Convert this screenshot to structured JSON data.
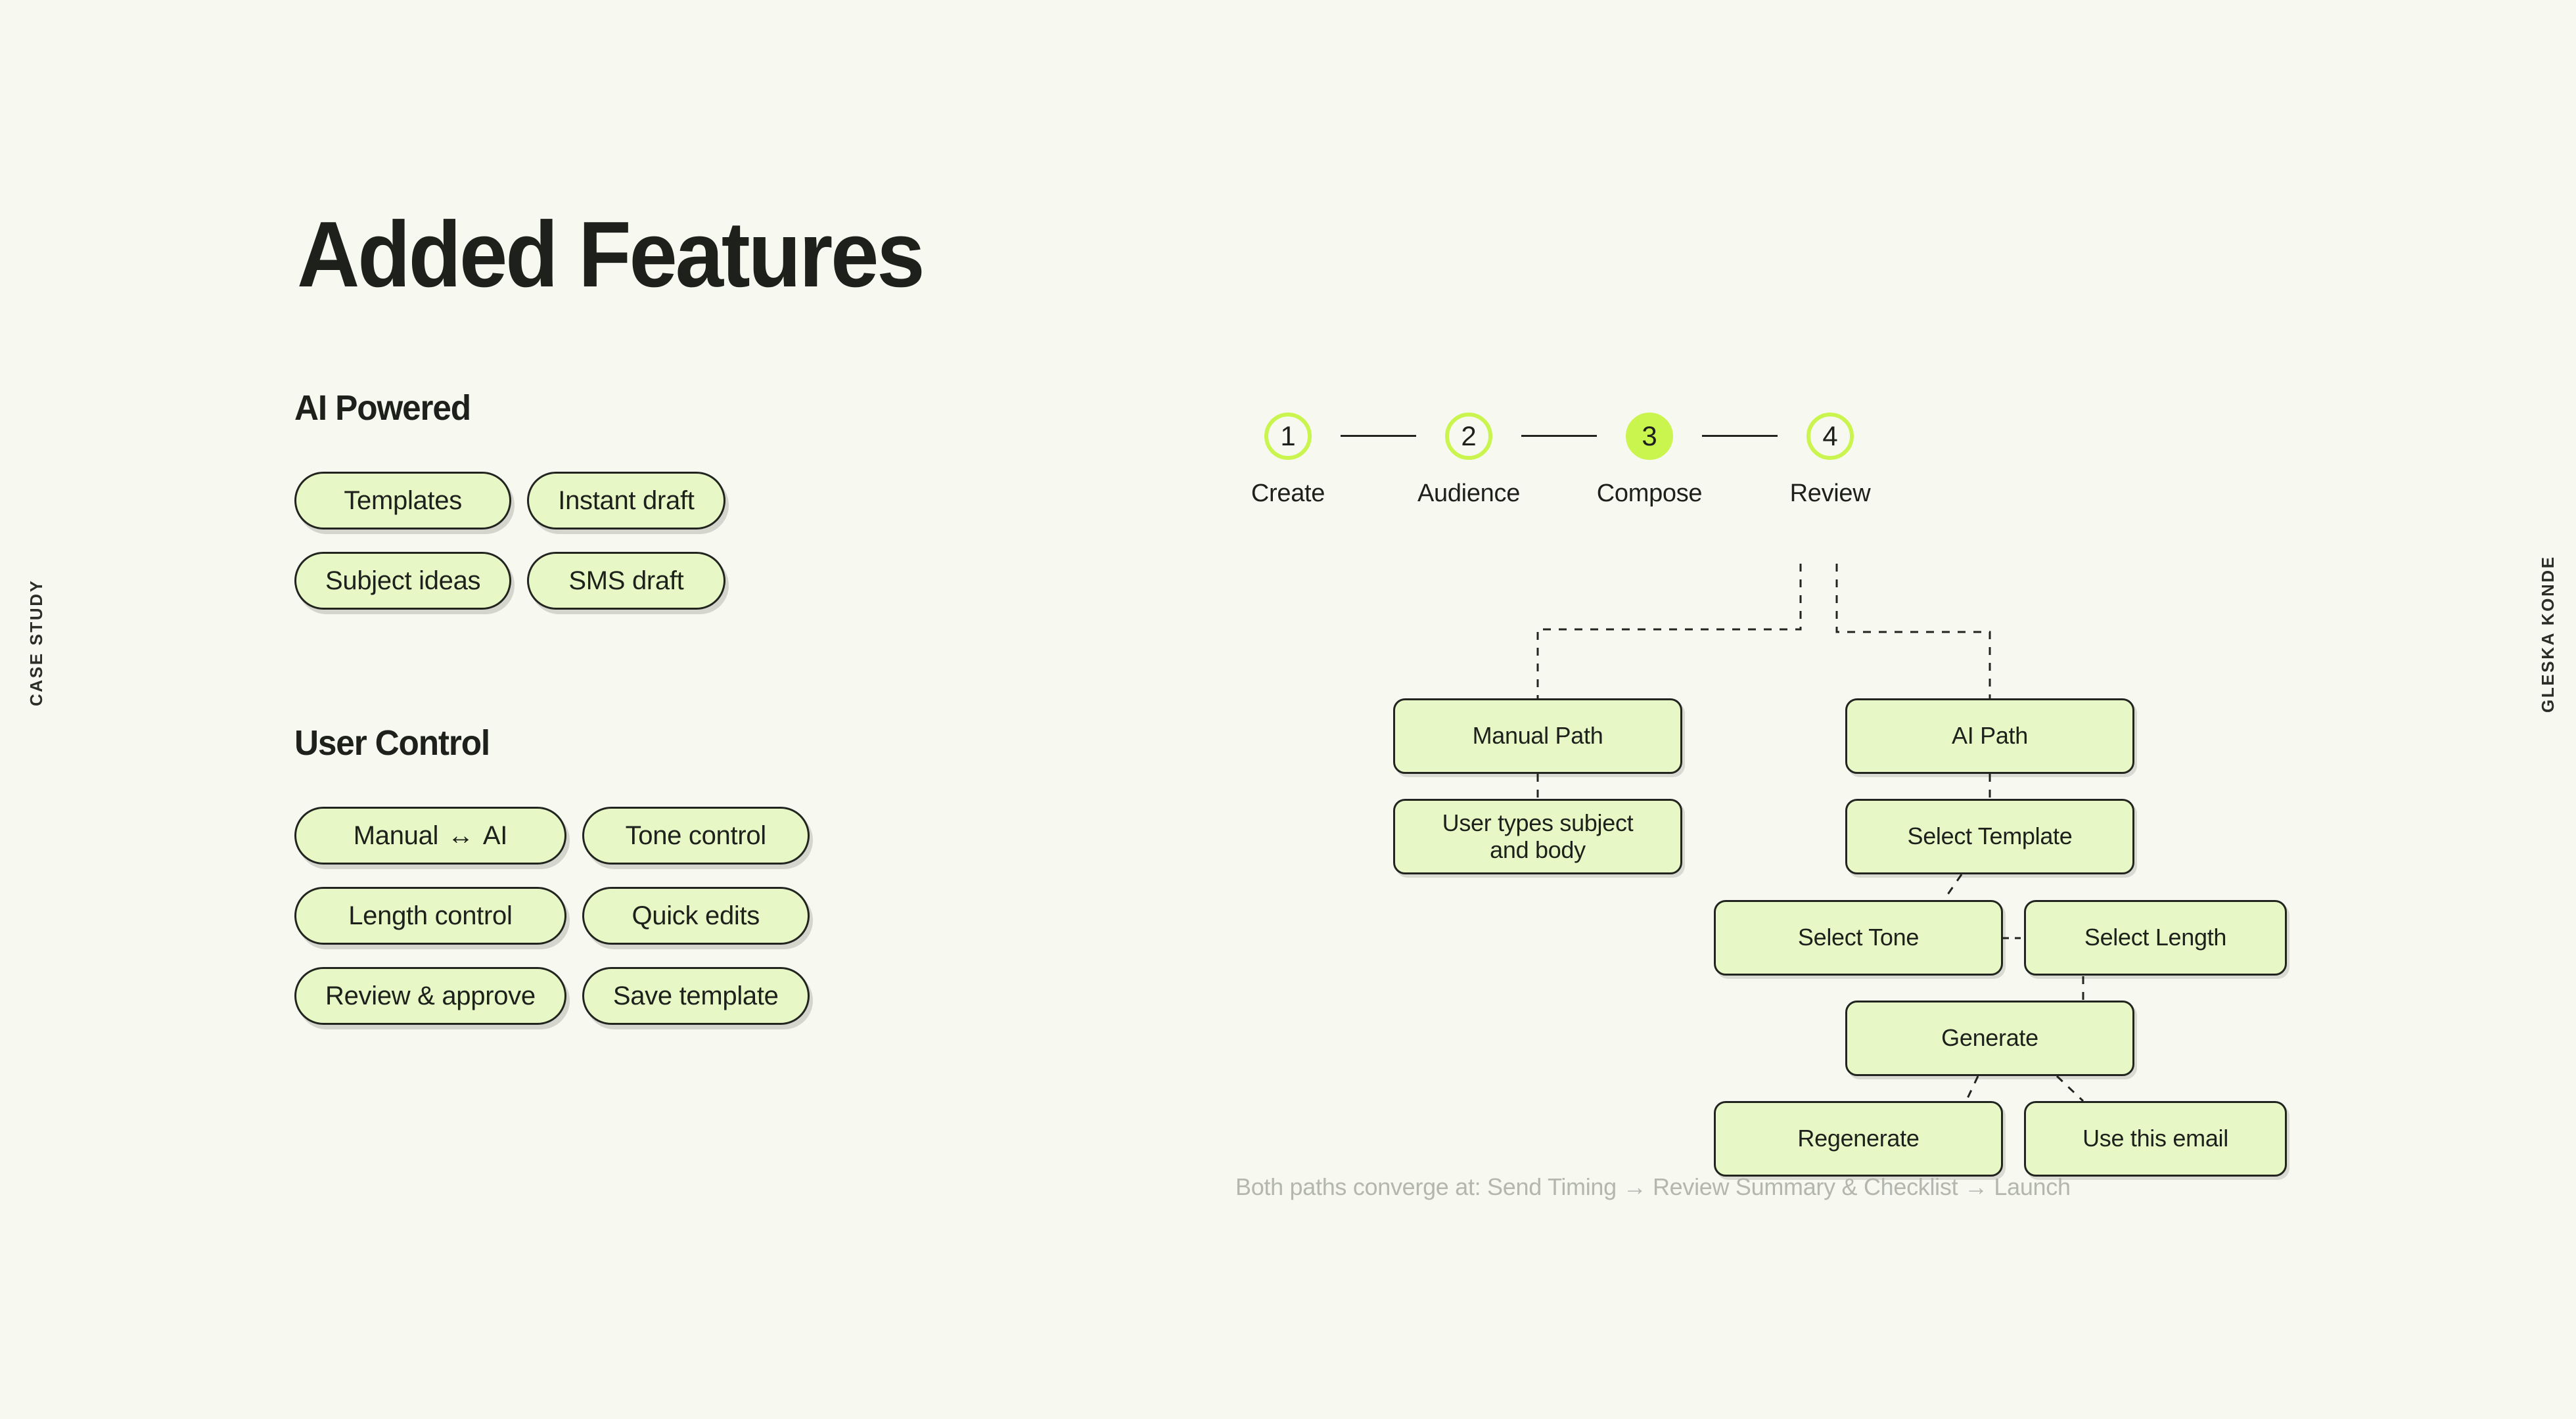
{
  "side_labels": {
    "left": "CASE STUDY",
    "right": "GLESKA KONDE"
  },
  "title": "Added Features",
  "colors": {
    "background": "#f7f8f0",
    "pill_fill": "#e7f8c6",
    "accent_green": "#c9f54e",
    "ink": "#22241f",
    "muted": "#b4b7ae"
  },
  "left_column": {
    "sections": [
      {
        "heading": "AI Powered",
        "pills": [
          {
            "label": "Templates"
          },
          {
            "label": "Instant draft"
          },
          {
            "label": "Subject ideas"
          },
          {
            "label": "SMS draft"
          }
        ]
      },
      {
        "heading": "User Control",
        "pills": [
          {
            "label_before": "Manual",
            "icon": "left-right-arrow-icon",
            "icon_glyph": "↔",
            "label_after": "AI"
          },
          {
            "label": "Tone control"
          },
          {
            "label": "Length control"
          },
          {
            "label": "Quick edits"
          },
          {
            "label": "Review & approve"
          },
          {
            "label": "Save template"
          }
        ]
      }
    ]
  },
  "right_panel": {
    "steps": [
      {
        "number": "1",
        "label": "Create",
        "active": false
      },
      {
        "number": "2",
        "label": "Audience",
        "active": false
      },
      {
        "number": "3",
        "label": "Compose",
        "active": true
      },
      {
        "number": "4",
        "label": "Review",
        "active": false
      }
    ],
    "flow_nodes": [
      {
        "id": "manual-path",
        "label": "Manual Path"
      },
      {
        "id": "user-types",
        "label": "User types subject\nand body"
      },
      {
        "id": "ai-path",
        "label": "AI Path"
      },
      {
        "id": "select-template",
        "label": "Select Template"
      },
      {
        "id": "select-tone",
        "label": "Select Tone"
      },
      {
        "id": "select-length",
        "label": "Select Length"
      },
      {
        "id": "generate",
        "label": "Generate"
      },
      {
        "id": "regenerate",
        "label": "Regenerate"
      },
      {
        "id": "use-this-email",
        "label": "Use this email"
      }
    ],
    "caption": "Both paths converge at: Send Timing → Review Summary & Checklist → Launch"
  }
}
